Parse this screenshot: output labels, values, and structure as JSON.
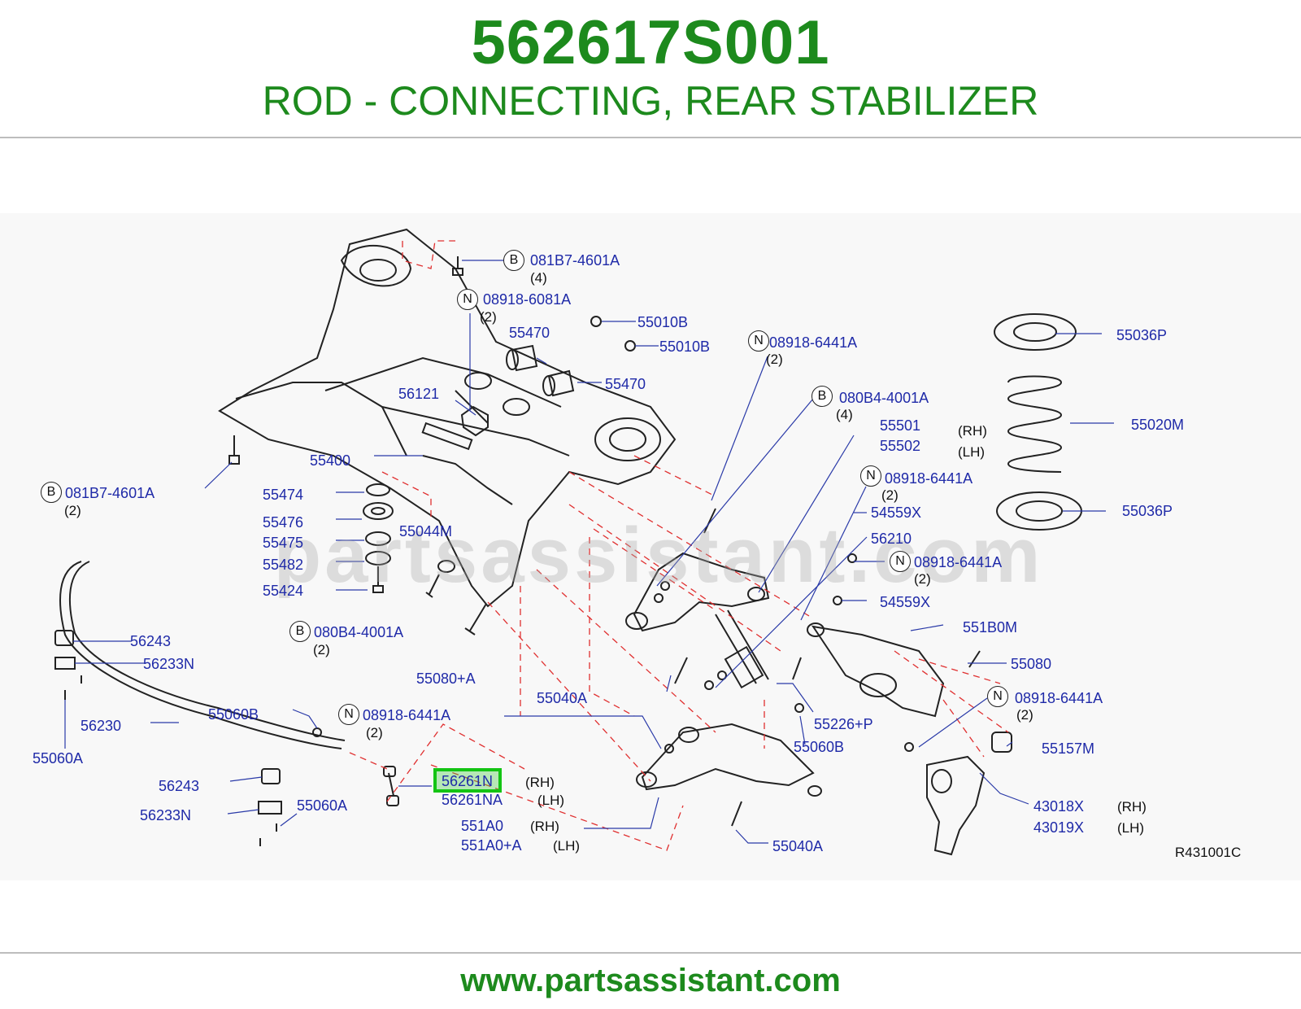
{
  "header": {
    "part_number": "562617S001",
    "part_name": "ROD - CONNECTING, REAR STABILIZER"
  },
  "diagram": {
    "watermark": "partsassistant.com",
    "reference_code": "R431001C",
    "highlighted_part": "56261N",
    "labels": [
      {
        "id": "081B7-4601A-top",
        "text": "081B7-4601A",
        "badge": "B",
        "qty": "(4)"
      },
      {
        "id": "08918-6081A",
        "text": "08918-6081A",
        "badge": "N",
        "qty": "(2)"
      },
      {
        "id": "55010B-1",
        "text": "55010B"
      },
      {
        "id": "55010B-2",
        "text": "55010B"
      },
      {
        "id": "55470-1",
        "text": "55470"
      },
      {
        "id": "55470-2",
        "text": "55470"
      },
      {
        "id": "56121",
        "text": "56121"
      },
      {
        "id": "08918-6441A-1",
        "text": "08918-6441A",
        "badge": "N",
        "qty": "(2)"
      },
      {
        "id": "55036P-top",
        "text": "55036P"
      },
      {
        "id": "080B4-4001A-1",
        "text": "080B4-4001A",
        "badge": "B",
        "qty": "(4)"
      },
      {
        "id": "55020M",
        "text": "55020M"
      },
      {
        "id": "55501",
        "text": "55501",
        "side": "(RH)"
      },
      {
        "id": "55502",
        "text": "55502",
        "side": "(LH)"
      },
      {
        "id": "55400",
        "text": "55400"
      },
      {
        "id": "08918-6441A-2",
        "text": "08918-6441A",
        "badge": "N",
        "qty": "(2)"
      },
      {
        "id": "081B7-4601A-left",
        "text": "081B7-4601A",
        "badge": "B",
        "qty": "(2)"
      },
      {
        "id": "55474",
        "text": "55474"
      },
      {
        "id": "54559X-1",
        "text": "54559X"
      },
      {
        "id": "55036P-bottom",
        "text": "55036P"
      },
      {
        "id": "55476",
        "text": "55476"
      },
      {
        "id": "55044M",
        "text": "55044M"
      },
      {
        "id": "56210",
        "text": "56210"
      },
      {
        "id": "55475",
        "text": "55475"
      },
      {
        "id": "08918-6441A-3",
        "text": "08918-6441A",
        "badge": "N",
        "qty": "(2)"
      },
      {
        "id": "55482",
        "text": "55482"
      },
      {
        "id": "54559X-2",
        "text": "54559X"
      },
      {
        "id": "55424",
        "text": "55424"
      },
      {
        "id": "080B4-4001A-2",
        "text": "080B4-4001A",
        "badge": "B",
        "qty": "(2)"
      },
      {
        "id": "551B0M",
        "text": "551B0M"
      },
      {
        "id": "56243-1",
        "text": "56243"
      },
      {
        "id": "56233N-1",
        "text": "56233N"
      },
      {
        "id": "55080+A",
        "text": "55080+A"
      },
      {
        "id": "55080",
        "text": "55080"
      },
      {
        "id": "55040A-1",
        "text": "55040A"
      },
      {
        "id": "08918-6441A-4",
        "text": "08918-6441A",
        "badge": "N",
        "qty": "(2)"
      },
      {
        "id": "56230",
        "text": "56230"
      },
      {
        "id": "55060B-1",
        "text": "55060B"
      },
      {
        "id": "08918-6441A-5",
        "text": "08918-6441A",
        "badge": "N",
        "qty": "(2)"
      },
      {
        "id": "55226+P",
        "text": "55226+P"
      },
      {
        "id": "55060A-1",
        "text": "55060A"
      },
      {
        "id": "55060B-2",
        "text": "55060B"
      },
      {
        "id": "55157M",
        "text": "55157M"
      },
      {
        "id": "56243-2",
        "text": "56243"
      },
      {
        "id": "56261N",
        "text": "56261N",
        "side": "(RH)"
      },
      {
        "id": "56261NA",
        "text": "56261NA",
        "side": "(LH)"
      },
      {
        "id": "43018X",
        "text": "43018X",
        "side": "(RH)"
      },
      {
        "id": "56233N-2",
        "text": "56233N"
      },
      {
        "id": "55060A-2",
        "text": "55060A"
      },
      {
        "id": "43019X",
        "text": "43019X",
        "side": "(LH)"
      },
      {
        "id": "551A0",
        "text": "551A0",
        "side": "(RH)"
      },
      {
        "id": "551A0+A",
        "text": "551A0+A",
        "side": "(LH)"
      },
      {
        "id": "55040A-2",
        "text": "55040A"
      }
    ]
  },
  "footer": {
    "url": "www.partsassistant.com"
  },
  "colors": {
    "brand_green": "#1d8a1d",
    "label_blue": "#1f2aa8",
    "highlight": "#14c414",
    "dashed_red": "#e03030"
  }
}
